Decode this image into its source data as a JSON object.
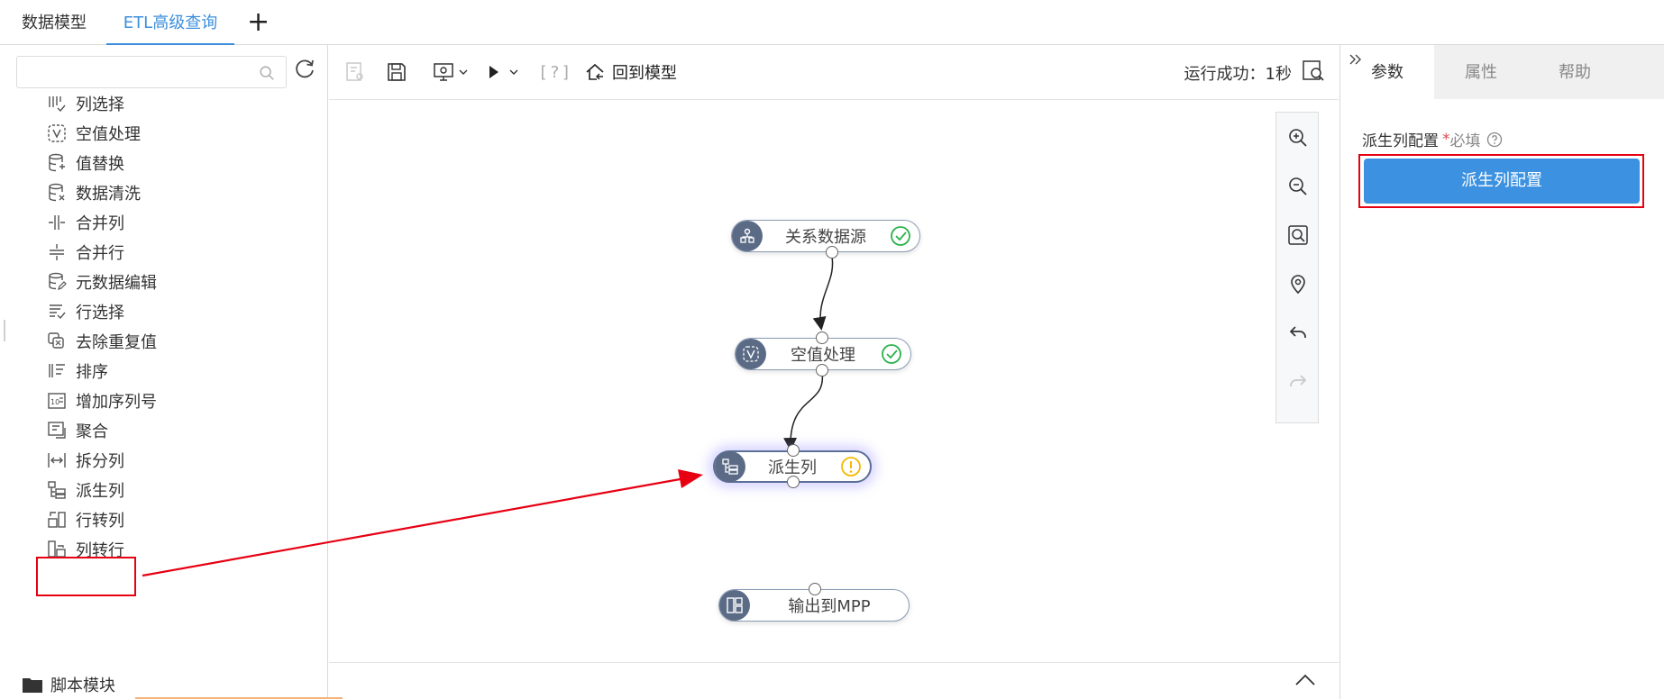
{
  "top_tabs": [
    {
      "label": "数据模型"
    },
    {
      "label": "ETL高级查询"
    }
  ],
  "add_tab_label": "+",
  "search": {
    "value": "",
    "placeholder": ""
  },
  "tools": [
    {
      "label": "列选择"
    },
    {
      "label": "空值处理"
    },
    {
      "label": "值替换"
    },
    {
      "label": "数据清洗"
    },
    {
      "label": "合并列"
    },
    {
      "label": "合并行"
    },
    {
      "label": "元数据编辑"
    },
    {
      "label": "行选择"
    },
    {
      "label": "去除重复值"
    },
    {
      "label": "排序"
    },
    {
      "label": "增加序列号"
    },
    {
      "label": "聚合"
    },
    {
      "label": "拆分列"
    },
    {
      "label": "派生列"
    },
    {
      "label": "行转列"
    },
    {
      "label": "列转行"
    }
  ],
  "folder_label": "脚本模块",
  "toolbar": {
    "help_bracket": "[?]",
    "back_to_model": "回到模型",
    "run_status": "运行成功：1秒"
  },
  "nodes": {
    "source": {
      "label": "关系数据源",
      "status": "success"
    },
    "nullproc": {
      "label": "空值处理",
      "status": "success"
    },
    "derived": {
      "label": "派生列",
      "status": "warning"
    },
    "output": {
      "label": "输出到MPP",
      "status": "none"
    }
  },
  "right_panel": {
    "tabs": [
      {
        "label": "参数"
      },
      {
        "label": "属性"
      },
      {
        "label": "帮助"
      }
    ],
    "config_label": "派生列配置",
    "required_mark": "*",
    "required_text": "必填",
    "config_button": "派生列配置"
  },
  "colors": {
    "accent": "#3d8fdc",
    "button": "#3c91e0",
    "highlight": "#e60012",
    "success": "#2bb24c",
    "warning": "#f5b800"
  }
}
